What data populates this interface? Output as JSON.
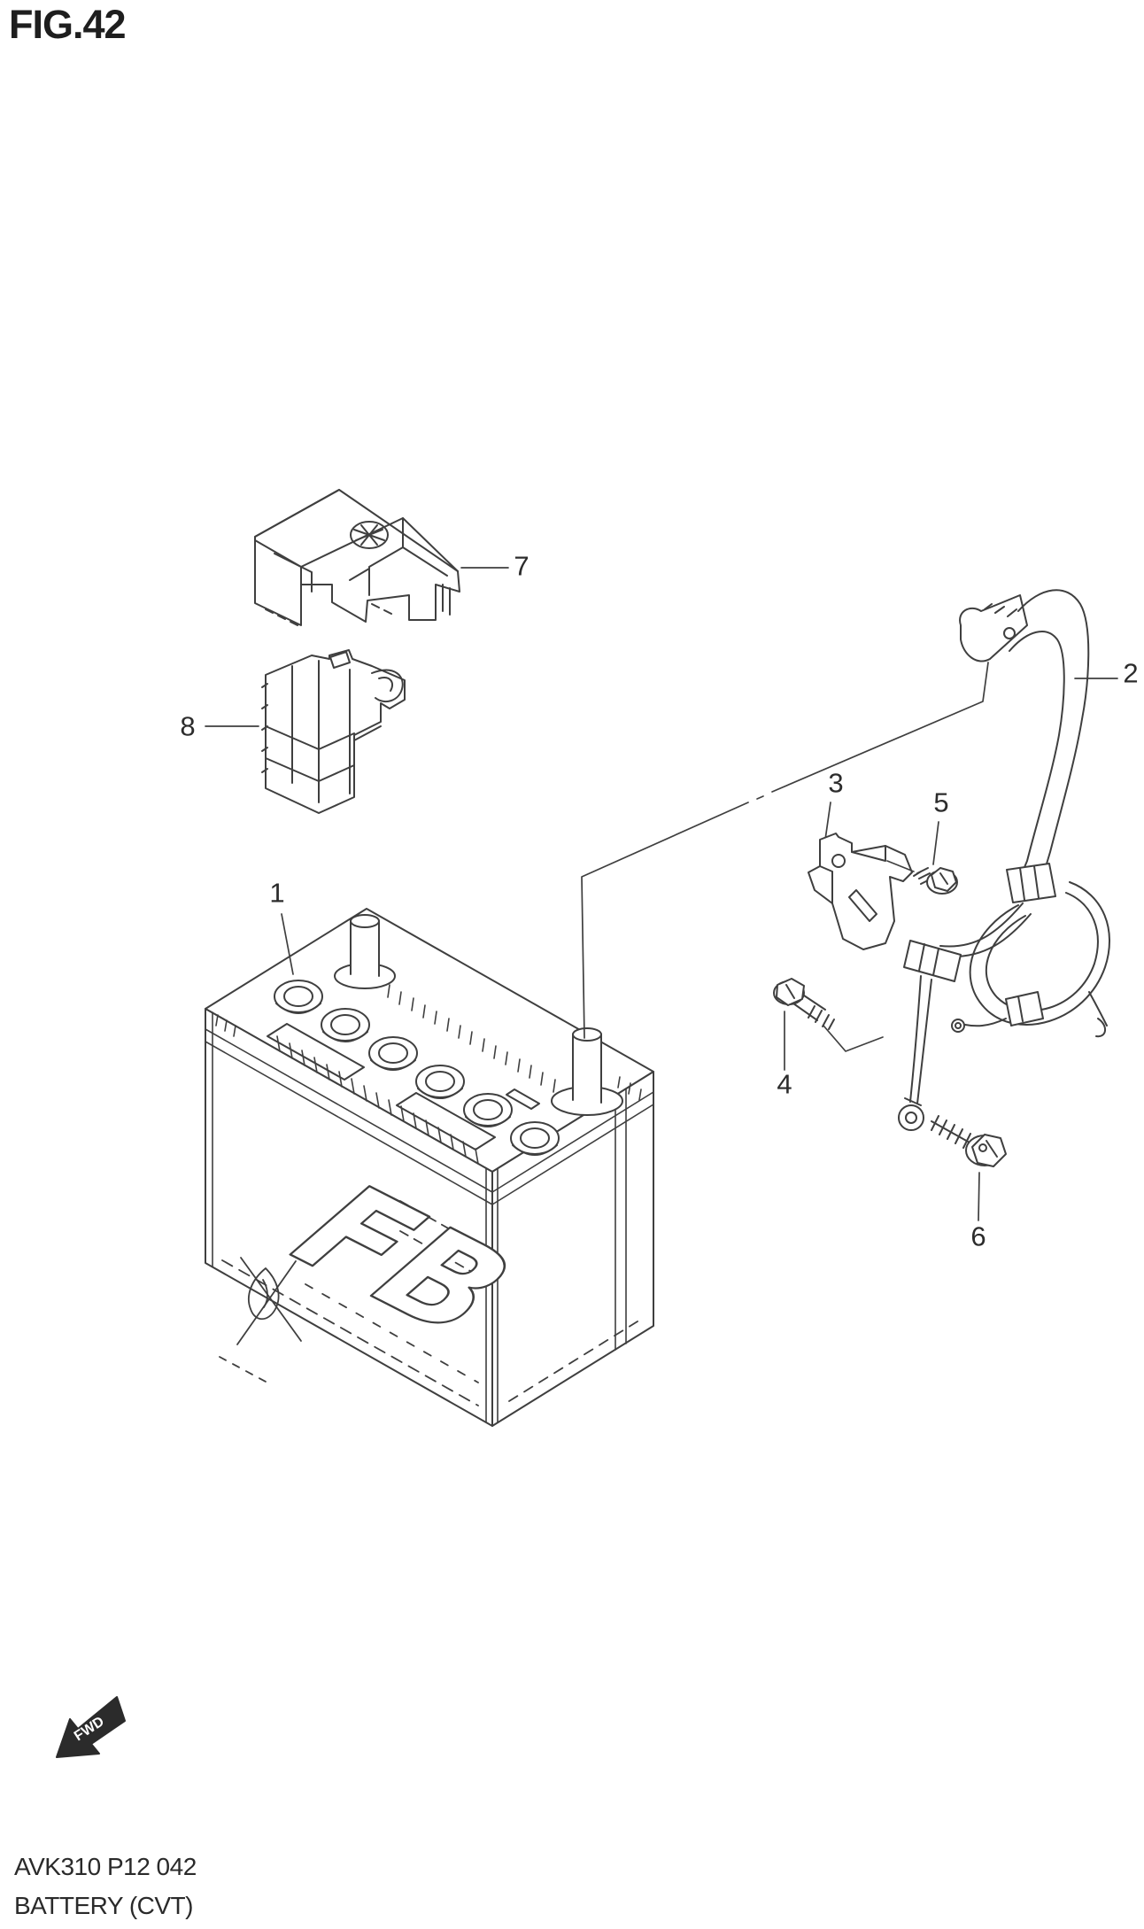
{
  "figure": {
    "title": "FIG.42"
  },
  "callouts": [
    "1",
    "2",
    "3",
    "4",
    "5",
    "6",
    "7",
    "8"
  ],
  "battery": {
    "logo": "FB"
  },
  "fwd": {
    "label": "FWD"
  },
  "footer": {
    "line1": "AVK310 P12 042",
    "line2": "BATTERY (CVT)"
  }
}
